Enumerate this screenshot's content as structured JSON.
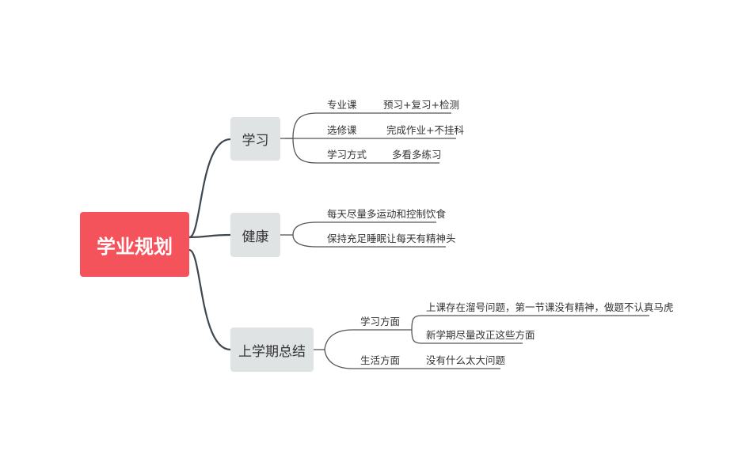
{
  "root": "学业规划",
  "topics": [
    {
      "label": "学习",
      "children": [
        {
          "label": "专业课",
          "detail": "预习+复习+检测"
        },
        {
          "label": "选修课",
          "detail": "完成作业+不挂科"
        },
        {
          "label": "学习方式",
          "detail": "多看多练习"
        }
      ]
    },
    {
      "label": "健康",
      "children": [
        {
          "label": "每天尽量多运动和控制饮食"
        },
        {
          "label": "保持充足睡眠让每天有精神头"
        }
      ]
    },
    {
      "label": "上学期总结",
      "children": [
        {
          "label": "学习方面",
          "details": [
            "上课存在溜号问题，第一节课没有精神，做题不认真马虎",
            "新学期尽量改正这些方面"
          ]
        },
        {
          "label": "生活方面",
          "detail": "没有什么太大问题"
        }
      ]
    }
  ],
  "colors": {
    "root": "#f5535c",
    "topic": "#dfe3e3",
    "line": "#3d4750"
  }
}
